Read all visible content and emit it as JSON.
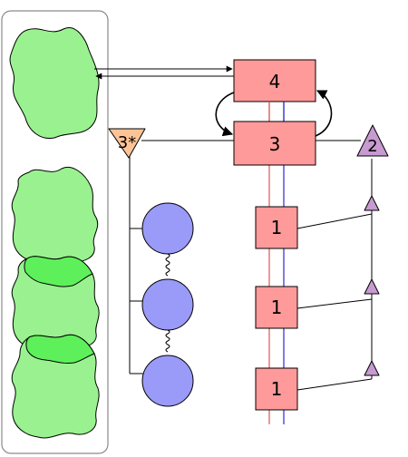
{
  "nodes": {
    "box_top": {
      "label": "4"
    },
    "box_mid": {
      "label": "3"
    },
    "box_low1": {
      "label": "1"
    },
    "box_low2": {
      "label": "1"
    },
    "box_low3": {
      "label": "1"
    },
    "tri_orange": {
      "label": "3*"
    },
    "tri_purple": {
      "label": "2"
    }
  },
  "colors": {
    "box_fill": "#ff9a9a",
    "blob_fill": "#99f28f",
    "blob_overlap_fill": "#5ef05a",
    "circle_fill": "#9a9af9",
    "tri_orange_fill": "#ffc496",
    "tri_purple_fill": "#c79ad0",
    "rail_red": "#e05555",
    "rail_blue": "#2a2ad8",
    "line": "#000000",
    "panel_stroke": "#8a8a8a"
  },
  "icons": {
    "blobs": "amoeba-shape",
    "links": "spring-coil",
    "small_triangles": "triangle-marker"
  }
}
